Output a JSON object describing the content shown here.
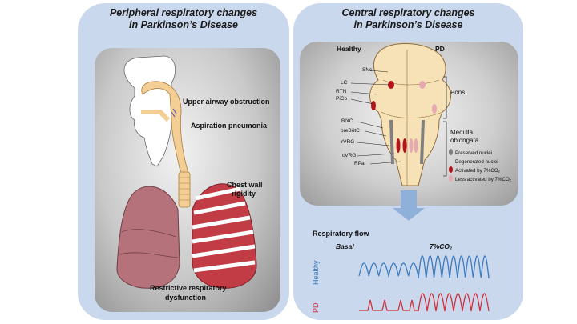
{
  "left_panel": {
    "title_line1": "Peripheral respiratory changes",
    "title_line2": "in Parkinson’s Disease",
    "labels": {
      "upper_airway": "Upper airway obstruction",
      "aspiration": "Aspiration pneumonia",
      "chest_wall_1": "Chest wall",
      "chest_wall_2": "rigidity",
      "restrictive_1": "Restrictive respiratory",
      "restrictive_2": "dysfunction"
    }
  },
  "right_panel": {
    "title_line1": "Central respiratory changes",
    "title_line2": "in Parkinson’s Disease",
    "healthy": "Healthy",
    "pd": "PD",
    "nuclei": [
      "SNc",
      "LC",
      "RTN",
      "PiCo",
      "BötC",
      "preBötC",
      "rVRG",
      "cVRG",
      "RPa"
    ],
    "pons": "Pons",
    "medulla_1": "Medulla",
    "medulla_2": "oblongata",
    "legend": [
      {
        "label": "Preserved nuclei",
        "color": "#808080"
      },
      {
        "label": "Degenerated nuclei",
        "color": "#d9d9d9"
      },
      {
        "label": "Activated by 7%CO₂",
        "color": "#b3141c"
      },
      {
        "label": "Less activated by 7%CO₂",
        "color": "#e6a9b0"
      }
    ],
    "flow_title": "Respiratory flow",
    "basal": "Basal",
    "co2": "7%CO₂",
    "trace_healthy": "Healthy",
    "trace_pd": "PD",
    "colors": {
      "healthy": "#3c7bc0",
      "pd": "#d0313d"
    }
  }
}
